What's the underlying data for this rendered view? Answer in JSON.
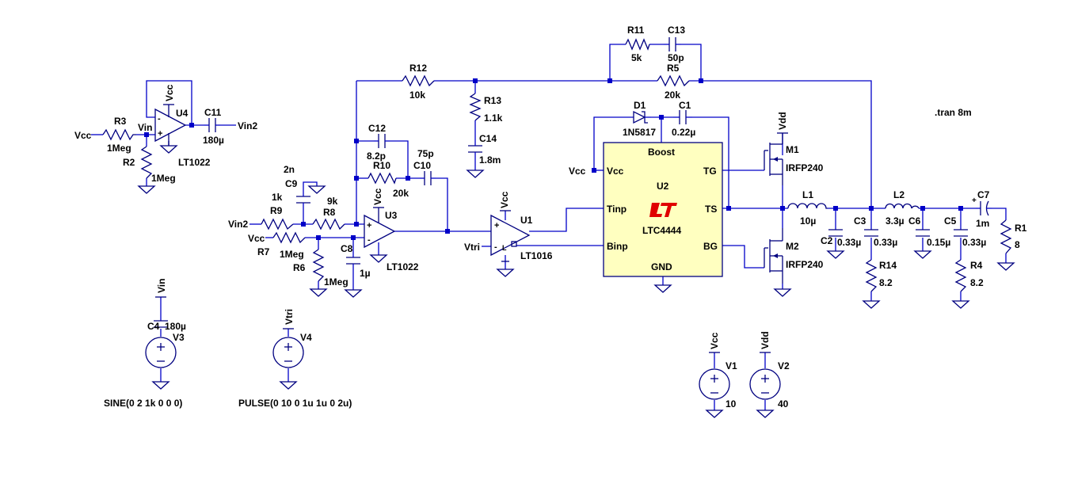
{
  "directive": ".tran 8m",
  "components": {
    "R3": {
      "ref": "R3",
      "value": "1Meg"
    },
    "R2": {
      "ref": "R2",
      "value": "1Meg"
    },
    "U4": {
      "ref": "U4",
      "model": "LT1022"
    },
    "C11": {
      "ref": "C11",
      "value": "180µ"
    },
    "R12": {
      "ref": "R12",
      "value": "10k"
    },
    "R13": {
      "ref": "R13",
      "value": "1.1k"
    },
    "C14": {
      "ref": "C14",
      "value": "1.8m"
    },
    "R11": {
      "ref": "R11",
      "value": "5k"
    },
    "C13": {
      "ref": "C13",
      "value": "50p"
    },
    "R5": {
      "ref": "R5",
      "value": "20k"
    },
    "C12": {
      "ref": "C12",
      "value": "8.2p"
    },
    "R10": {
      "ref": "R10",
      "value": "20k"
    },
    "C10": {
      "ref": "C10",
      "value": "75p"
    },
    "C9": {
      "ref": "C9",
      "value": "2n"
    },
    "R9": {
      "ref": "R9",
      "value": "1k"
    },
    "R8": {
      "ref": "R8",
      "value": "9k"
    },
    "R7": {
      "ref": "R7",
      "value": "1Meg"
    },
    "R6": {
      "ref": "R6",
      "value": "1Meg"
    },
    "C8": {
      "ref": "C8",
      "value": "1µ"
    },
    "U3": {
      "ref": "U3",
      "model": "LT1022"
    },
    "U1": {
      "ref": "U1",
      "model": "LT1016"
    },
    "D1": {
      "ref": "D1",
      "model": "1N5817"
    },
    "C1": {
      "ref": "C1",
      "value": "0.22µ"
    },
    "U2": {
      "ref": "U2",
      "model": "LTC4444",
      "pins": {
        "boost": "Boost",
        "vcc": "Vcc",
        "tinp": "Tinp",
        "binp": "Binp",
        "tg": "TG",
        "ts": "TS",
        "bg": "BG",
        "gnd": "GND"
      }
    },
    "M1": {
      "ref": "M1",
      "model": "IRFP240"
    },
    "M2": {
      "ref": "M2",
      "model": "IRFP240"
    },
    "L1": {
      "ref": "L1",
      "value": "10µ"
    },
    "C2": {
      "ref": "C2",
      "value": "0.33µ"
    },
    "C3": {
      "ref": "C3",
      "value": "0.33µ"
    },
    "R14": {
      "ref": "R14",
      "value": "8.2"
    },
    "L2": {
      "ref": "L2",
      "value": "3.3µ"
    },
    "C6": {
      "ref": "C6",
      "value": "0.15µ"
    },
    "C5": {
      "ref": "C5",
      "value": "0.33µ"
    },
    "R4": {
      "ref": "R4",
      "value": "8.2"
    },
    "C7": {
      "ref": "C7",
      "value": "1m"
    },
    "R1": {
      "ref": "R1",
      "value": "8"
    },
    "C4": {
      "ref": "C4",
      "value": "180µ"
    },
    "V3": {
      "ref": "V3",
      "value": "SINE(0 2 1k 0 0 0)"
    },
    "V4": {
      "ref": "V4",
      "value": "PULSE(0 10 0 1u 1u 0 2u)"
    },
    "V1": {
      "ref": "V1",
      "value": "10"
    },
    "V2": {
      "ref": "V2",
      "value": "40"
    }
  },
  "nets": {
    "vcc": "Vcc",
    "vdd": "Vdd",
    "vin": "Vin",
    "vin2": "Vin2",
    "vtri": "Vtri"
  },
  "colors": {
    "wire": "#0000c8",
    "component": "#000080",
    "ic_fill": "#ffffc0",
    "logo": "#e00000"
  }
}
